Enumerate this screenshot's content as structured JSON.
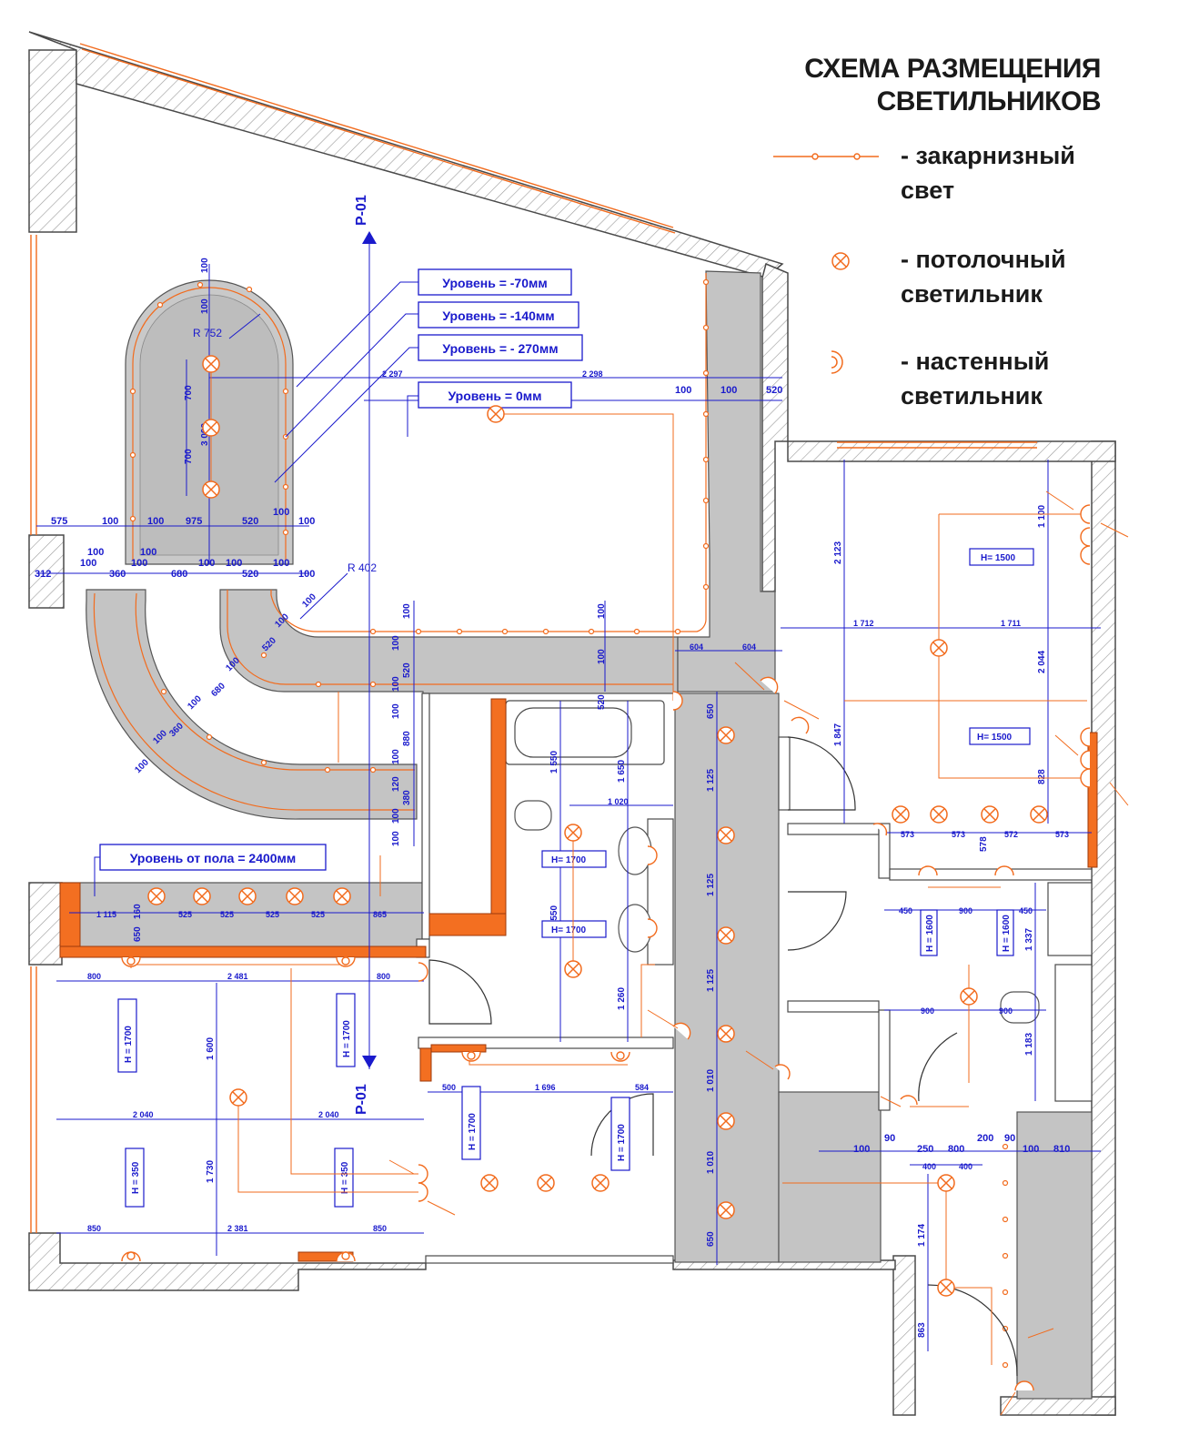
{
  "legend": {
    "title_line1": "СХЕМА РАЗМЕЩЕНИЯ",
    "title_line2": "СВЕТИЛЬНИКОВ",
    "items": [
      {
        "icon": "cornice-light-line-icon",
        "label": "- закарнизный\nсвет"
      },
      {
        "icon": "ceiling-light-icon",
        "label": "- потолочный\nсветильник"
      },
      {
        "icon": "wall-light-icon",
        "label": "- настенный\nсветильник"
      }
    ]
  },
  "colors": {
    "wall": "#d9d9d9",
    "ceiling": "#c6c6c6",
    "dim": "#1a1acc",
    "light": "#f26b1d",
    "accent": "#f36f21"
  },
  "levels": [
    "Уровень = -70мм",
    "Уровень = -140мм",
    "Уровень = - 270мм",
    "Уровень = 0мм"
  ],
  "floor_level": "Уровень от пола =  2400мм",
  "section": {
    "top": "Р-01",
    "bottom": "Р-01"
  },
  "radii": [
    "R 752",
    "R 402"
  ],
  "heights": {
    "h1500a": "H= 1500",
    "h1500b": "H= 1500",
    "h1700a": "H= 1700",
    "h1700b": "H= 1700",
    "h1700c": "H = 1700",
    "h1700d": "H = 1700",
    "h1700e": "H = 1700",
    "h1700f": "H = 1700",
    "h350a": "H = 350",
    "h350b": "H = 350",
    "h1600a": "H = 1600",
    "h1600b": "H = 1600"
  },
  "dims": {
    "d575": "575",
    "d100": "100",
    "d975": "975",
    "d520": "520",
    "d312": "312",
    "d360": "360",
    "d680": "680",
    "d2297": "2 297",
    "d2298": "2 298",
    "d3000": "3 000",
    "d700": "700",
    "d1712": "1 712",
    "d1711": "1 711",
    "d2123": "2 123",
    "d2044": "2 044",
    "d1847": "1 847",
    "d604": "604",
    "d1100": "1 100",
    "d573": "573",
    "d572": "572",
    "d578": "578",
    "d828": "828",
    "d1115": "1 115",
    "d525": "525",
    "d865": "865",
    "d160": "160",
    "d850": "850",
    "d800": "800",
    "d2481": "2 481",
    "d1600": "1 600",
    "d2040": "2 040",
    "d1730": "1 730",
    "d2381": "2 381",
    "d850b": "850",
    "d1020": "1 020",
    "d1550": "1 550",
    "d1650": "1 650",
    "d1260": "1 260",
    "d500": "500",
    "d1696": "1 696",
    "d584": "584",
    "d1125": "1 125",
    "d1010": "1 010",
    "d650": "650",
    "d450": "450",
    "d900": "900",
    "d1337": "1 337",
    "d1183": "1 183",
    "d90": "90",
    "d250": "250",
    "d200": "200",
    "d810": "810",
    "d400": "400",
    "d1174": "1 174",
    "d863": "863",
    "d380": "380",
    "d880": "880",
    "d120": "120"
  }
}
